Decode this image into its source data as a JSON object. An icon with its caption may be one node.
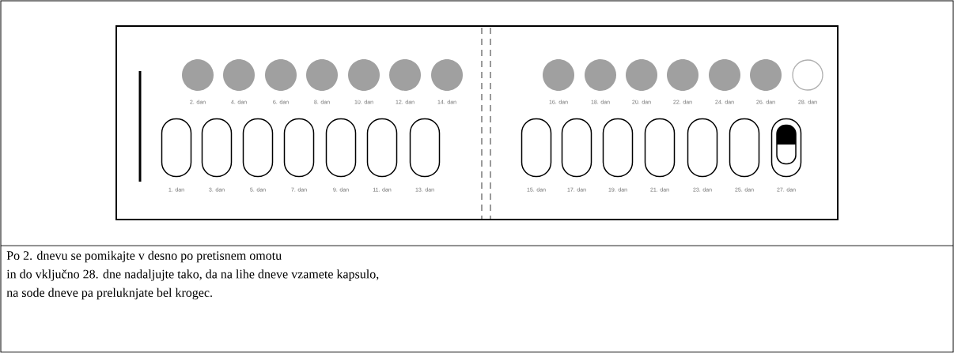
{
  "diagram": {
    "nodes": [
      {
        "text": [],
        "shape": "box"
      },
      {
        "text": [],
        "shape": "dot",
        "in": 0,
        "beside": [
          "2. dan"
        ]
      },
      {
        "text": [],
        "shape": "dot",
        "in": 0,
        "beside": [
          "4. dan"
        ]
      },
      {
        "text": [],
        "shape": "dot",
        "in": 0,
        "beside": [
          "6. dan"
        ]
      },
      {
        "text": [],
        "shape": "dot",
        "in": 0,
        "beside": [
          "8. dan"
        ]
      },
      {
        "text": [],
        "shape": "dot",
        "in": 0,
        "beside": [
          "10. dan"
        ]
      },
      {
        "text": [],
        "shape": "dot",
        "in": 0,
        "beside": [
          "12. dan"
        ]
      },
      {
        "text": [],
        "shape": "dot",
        "in": 0,
        "beside": [
          "14. dan"
        ]
      },
      {
        "text": [],
        "shape": "dot",
        "in": 0,
        "beside": [
          "16. dan"
        ]
      },
      {
        "text": [],
        "shape": "dot",
        "in": 0,
        "beside": [
          "18. dan"
        ]
      },
      {
        "text": [],
        "shape": "dot",
        "in": 0,
        "beside": [
          "20. dan"
        ]
      },
      {
        "text": [],
        "shape": "dot",
        "in": 0,
        "beside": [
          "22. dan"
        ]
      },
      {
        "text": [],
        "shape": "dot",
        "in": 0,
        "beside": [
          "24. dan"
        ]
      },
      {
        "text": [],
        "shape": "dot",
        "in": 0,
        "beside": [
          "26. dan"
        ]
      },
      {
        "text": [],
        "shape": "circle",
        "in": 0,
        "beside": [
          "28. dan"
        ]
      },
      {
        "text": [],
        "shape": "slot",
        "in": 0,
        "beside": [
          "1. dan"
        ]
      },
      {
        "text": [],
        "shape": "slot",
        "in": 0,
        "beside": [
          "3. dan"
        ]
      },
      {
        "text": [],
        "shape": "slot",
        "in": 0,
        "beside": [
          "5. dan"
        ]
      },
      {
        "text": [],
        "shape": "slot",
        "in": 0,
        "beside": [
          "7. dan"
        ]
      },
      {
        "text": [],
        "shape": "slot",
        "in": 0,
        "beside": [
          "9. dan"
        ]
      },
      {
        "text": [],
        "shape": "slot",
        "in": 0,
        "beside": [
          "11. dan"
        ]
      },
      {
        "text": [],
        "shape": "slot",
        "in": 0,
        "beside": [
          "13. dan"
        ]
      },
      {
        "text": [],
        "shape": "slot",
        "in": 0,
        "beside": [
          "15. dan"
        ]
      },
      {
        "text": [],
        "shape": "slot",
        "in": 0,
        "beside": [
          "17. dan"
        ]
      },
      {
        "text": [],
        "shape": "slot",
        "in": 0,
        "beside": [
          "19. dan"
        ]
      },
      {
        "text": [],
        "shape": "slot",
        "in": 0,
        "beside": [
          "21. dan"
        ]
      },
      {
        "text": [],
        "shape": "slot",
        "in": 0,
        "beside": [
          "23. dan"
        ]
      },
      {
        "text": [],
        "shape": "slot",
        "in": 0,
        "beside": [
          "25. dan"
        ]
      },
      {
        "text": [],
        "shape": "slot",
        "in": 0,
        "beside": [
          "27. dan"
        ]
      },
      {
        "text": [],
        "shape": "capsule",
        "in": 28
      }
    ],
    "labels": [
      "Po 2. dnevu se pomikajte v desno po pretisnem omotu",
      "in do vključno 28. dne nadaljujte tako, da na lihe dneve vzamete kapsulo,",
      "na sode dneve pa preluknjate bel krogec."
    ]
  }
}
